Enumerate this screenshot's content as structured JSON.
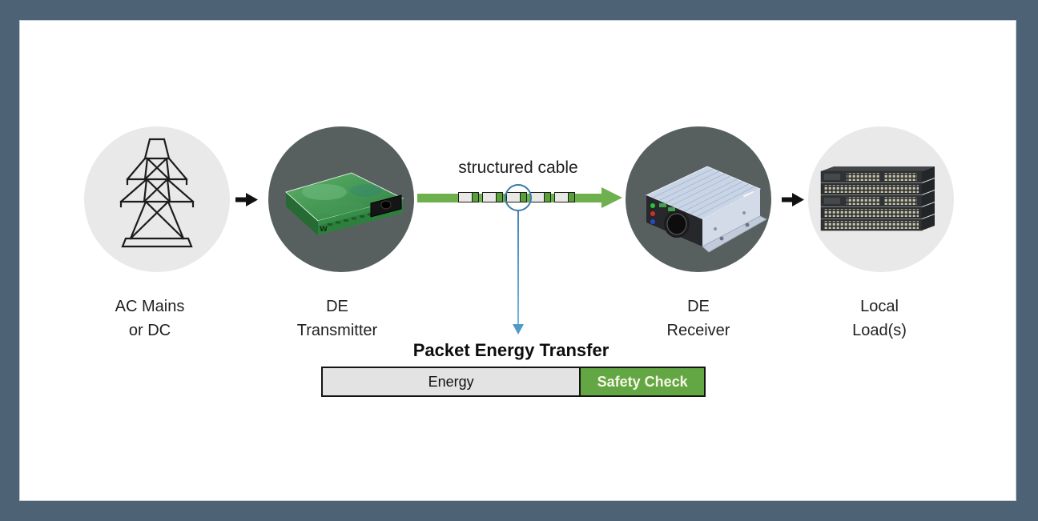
{
  "diagram": {
    "stages": [
      {
        "id": "ac-mains",
        "label_line1": "AC Mains",
        "label_line2": "or DC"
      },
      {
        "id": "de-transmitter",
        "label_line1": "DE",
        "label_line2": "Transmitter"
      },
      {
        "id": "de-receiver",
        "label_line1": "DE",
        "label_line2": "Receiver"
      },
      {
        "id": "local-loads",
        "label_line1": "Local",
        "label_line2": "Load(s)"
      }
    ],
    "cable_label": "structured cable",
    "packet_count": 5,
    "pet": {
      "title": "Packet Energy Transfer",
      "energy_label": "Energy",
      "safety_label": "Safety Check",
      "energy_fraction": 0.673,
      "safety_fraction": 0.327
    },
    "colors": {
      "frame": "#4d6375",
      "canvas": "#ffffff",
      "circle_light": "#e9e9e9",
      "circle_dark": "#57605f",
      "cable_green": "#6fb04e",
      "packet_green": "#58a13a",
      "packet_gray": "#e8e8e4",
      "energy_gray": "#e3e3e3",
      "safety_green": "#63a744",
      "pointer_blue": "#4f9ac6",
      "arrow_black": "#111111"
    }
  }
}
